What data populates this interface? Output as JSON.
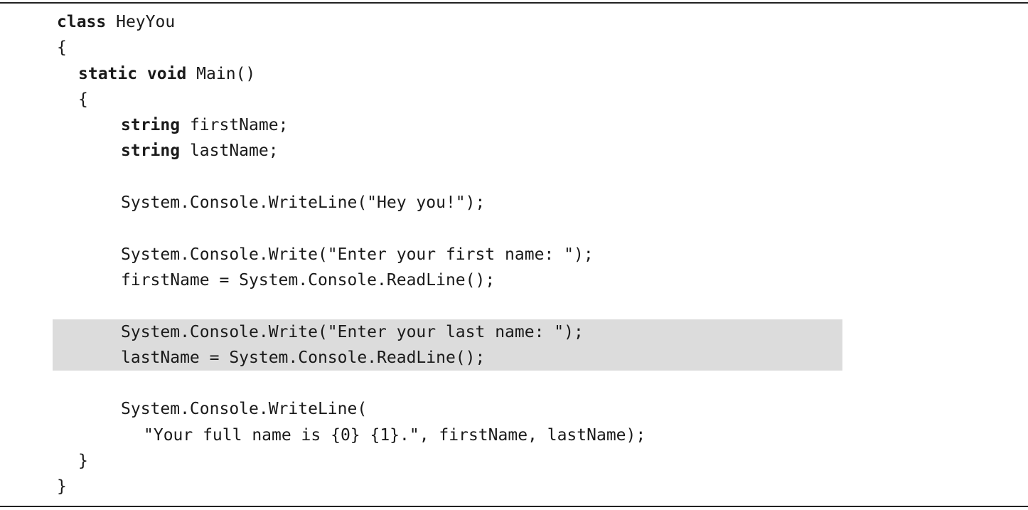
{
  "code": {
    "lines": [
      {
        "kw": "class",
        "text": " HeyYou"
      },
      {
        "kw": "",
        "text": "{"
      },
      {
        "kw": "static void",
        "text": " Main()"
      },
      {
        "kw": "",
        "text": "{"
      },
      {
        "kw": "string",
        "text": " firstName;"
      },
      {
        "kw": "string",
        "text": " lastName;"
      },
      {
        "kw": "",
        "text": ""
      },
      {
        "kw": "",
        "text": "System.Console.WriteLine(\"Hey you!\");"
      },
      {
        "kw": "",
        "text": ""
      },
      {
        "kw": "",
        "text": "System.Console.Write(\"Enter your first name: \");"
      },
      {
        "kw": "",
        "text": "firstName = System.Console.ReadLine();"
      },
      {
        "kw": "",
        "text": ""
      },
      {
        "kw": "",
        "text": "System.Console.Write(\"Enter your last name: \");"
      },
      {
        "kw": "",
        "text": "lastName = System.Console.ReadLine();"
      },
      {
        "kw": "",
        "text": ""
      },
      {
        "kw": "",
        "text": "System.Console.WriteLine("
      },
      {
        "kw": "",
        "text": "\"Your full name is {0} {1}.\", firstName, lastName);"
      },
      {
        "kw": "",
        "text": "}"
      },
      {
        "kw": "",
        "text": "}"
      }
    ]
  }
}
